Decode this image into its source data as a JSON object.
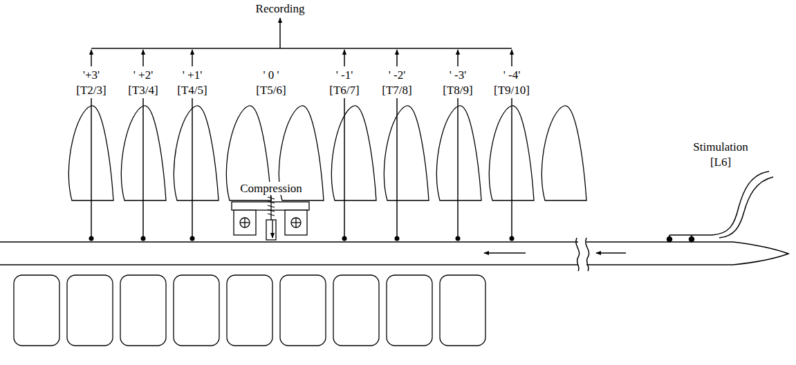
{
  "diagram": {
    "labels": [
      "Recording",
      "'+3'",
      "[T2/3]",
      "' +2'",
      "[T3/4]",
      "' +1'",
      "[T4/5]",
      "' 0 '",
      "[T5/6]",
      "' -1'",
      "[T6/7]",
      "' -2'",
      "[T7/8]",
      "' -3'",
      "[T8/9]",
      "' -4'",
      "[T9/10]",
      "Compression",
      "Stimulation",
      "[L6]"
    ]
  }
}
